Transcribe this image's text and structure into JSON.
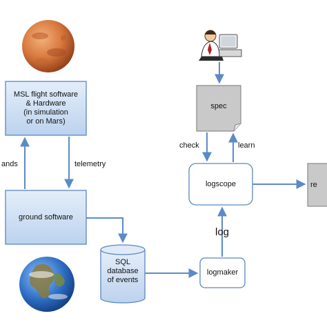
{
  "nodes": {
    "msl": {
      "lines": [
        "MSL flight software",
        "& Hardware",
        "(in simulation",
        "or on Mars)"
      ]
    },
    "ground": {
      "label": "ground software"
    },
    "sql": {
      "lines": [
        "SQL",
        "database",
        "of events"
      ]
    },
    "logmaker": {
      "label": "logmaker"
    },
    "logscope": {
      "label": "logscope"
    },
    "spec": {
      "label": "spec"
    },
    "result_partial": {
      "label": "re"
    }
  },
  "edges": {
    "commands_partial": "ands",
    "telemetry": "telemetry",
    "check": "check",
    "learn": "learn",
    "log": "log"
  },
  "icons": {
    "mars": "mars-planet-icon",
    "earth": "earth-globe-icon",
    "engineer": "engineer-at-computer-icon"
  },
  "colors": {
    "box_fill_light": "#d9e6f7",
    "box_fill_dark": "#b7cdea",
    "box_stroke": "#5a86bf",
    "arrow": "#5b8bc6",
    "spec_fill": "#c9c9c9",
    "spec_stroke": "#8a8a8a"
  }
}
